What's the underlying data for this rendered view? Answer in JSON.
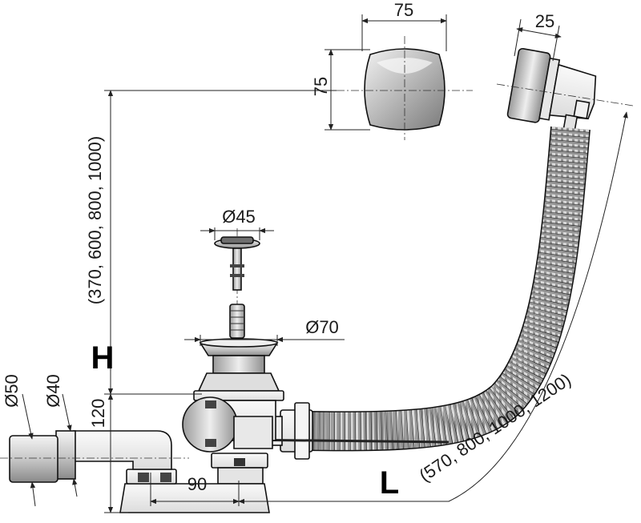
{
  "dimensions": {
    "cap_width": "75",
    "cap_height": "75",
    "overflow_depth": "25",
    "stopper_diameter": "Ø45",
    "drain_diameter": "Ø70",
    "pipe_outer": "Ø50",
    "pipe_inner": "Ø40",
    "siphon_height": "120",
    "siphon_offset": "90"
  },
  "labels": {
    "height_letter": "H",
    "height_values": "(370, 600, 800, 1000)",
    "length_letter": "L",
    "length_values": "(570, 800, 1000, 1200)"
  },
  "colors": {
    "metal_light": "#ececec",
    "metal_mid": "#b9b9b9",
    "metal_dark": "#6f6f6f",
    "line": "#111111"
  }
}
